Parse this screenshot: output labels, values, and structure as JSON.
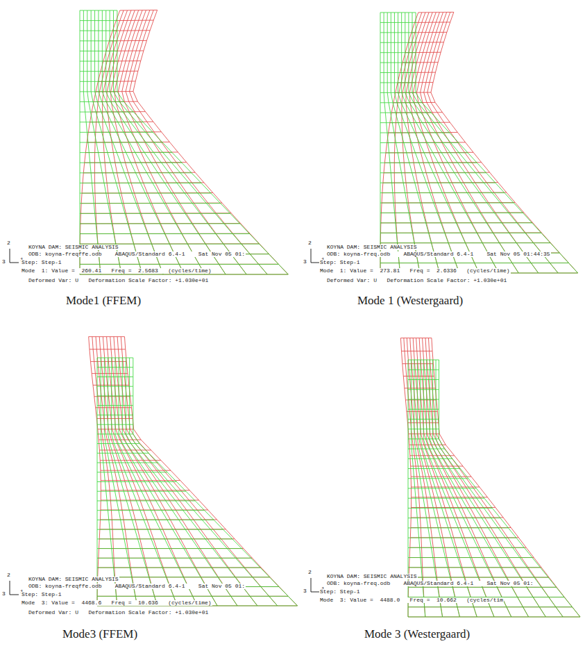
{
  "diagram": {
    "labels": [
      "2",
      "3",
      "1",
      "KOYNA DAM: SEISMIC ANALYSIS",
      "ODB: koyna-freqffe.odb    ABAQUS/Standard 6.4-1    Sat Nov 05 01:",
      "Step: Step-1",
      "Mode  1: Value =  260.41   Freq =  2.5683   (cycles/time)",
      "Deformed Var: U   Deformation Scale Factor: +1.030e+01",
      "Mode1 (FFEM)",
      "2",
      "3",
      "1",
      "KOYNA DAM: SEISMIC ANALYSIS",
      "ODB: koyna-freq.odb    ABAQUS/Standard 6.4-1    Sat Nov 05 01:44:35",
      "Step: Step-1",
      "Mode  1: Value =  273.81   Freq =  2.6336   (cycles/time)",
      "Deformed Var: U   Deformation Scale Factor: +1.030e+01",
      "Mode 1 (Westergaard)",
      "2",
      "3",
      "1",
      "KOYNA DAM: SEISMIC ANALYSIS",
      "ODB: koyna-freqffe.odb    ABAQUS/Standard 6.4-1    Sat Nov 05 01:",
      "Step: Step-1",
      "Mode  3: Value =  4468.6   Freq =  10.636   (cycles/time)",
      "Deformed Var: U   Deformation Scale Factor: +1.030e+01",
      "Mode3 (FFEM)",
      "2",
      "3",
      "1",
      "KOYNA DAM: SEISMIC ANALYSIS",
      "ODB: koyna-freq.odb    ABAQUS/Standard 6.4-1    Sat Nov 05 01:",
      "Step: Step-1",
      "Mode  3: Value =  4488.0   Freq =  10.662   (cycles/tim",
      "Mode 3 (Westergaard)"
    ]
  }
}
